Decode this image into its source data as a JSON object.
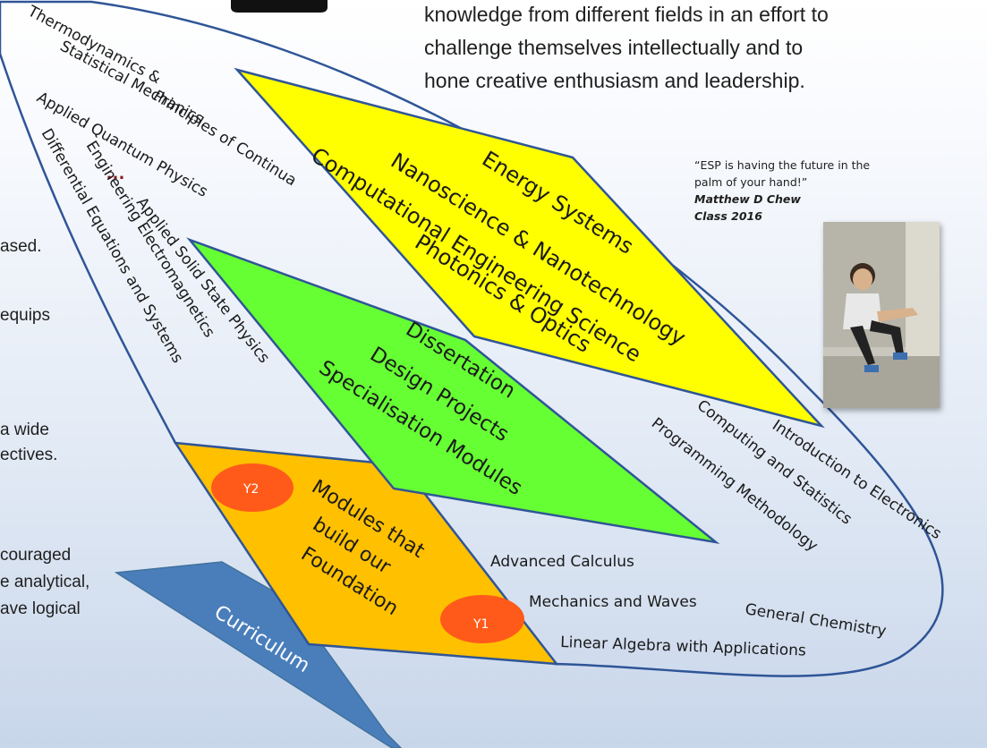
{
  "paragraph": {
    "lines": [
      "knowledge from different fields in an effort to",
      "challenge themselves intellectually and to",
      "hone creative enthusiasm and leadership."
    ]
  },
  "left_fragments": {
    "ellipsis": "…",
    "lines": [
      "ased.",
      "equips",
      "a wide",
      "ectives.",
      "couraged",
      "e analytical,",
      "ave logical"
    ]
  },
  "quote": {
    "text": "“ESP is having the future in the palm of your hand!”",
    "author": "Matthew D Chew",
    "class": "Class 2016"
  },
  "diagram": {
    "pointer_label": "Curriculum",
    "yellow_box": [
      "Energy Systems",
      "Nanoscience & Nanotechnology",
      "Computational Engineering Science",
      "Photonics & Optics"
    ],
    "green_box": [
      "Dissertation",
      "Design Projects",
      "Specialisation Modules"
    ],
    "orange_box": [
      "Modules that",
      "build our",
      "Foundation"
    ],
    "badge_y2": "Y2",
    "badge_y1": "Y1",
    "left_modules": [
      "Thermodynamics &",
      "Statistical Mechanics",
      "Principles of Continua",
      "Applied Quantum Physics",
      "Applied Solid State Physics",
      "Engineering Electromagnetics",
      "Differential Equations and Systems"
    ],
    "right_modules": [
      "Introduction to Electronics",
      "Computing and Statistics",
      "Programming Methodology"
    ],
    "bottom_modules": [
      "Advanced Calculus",
      "Mechanics and Waves",
      "General Chemistry",
      "Linear Algebra with Applications"
    ]
  },
  "colors": {
    "yellow": "#ffff00",
    "green": "#66ff33",
    "orange": "#ffc000",
    "badge": "#ff5a1a",
    "pointer": "#4a7ebb",
    "outline": "#2f5597"
  }
}
